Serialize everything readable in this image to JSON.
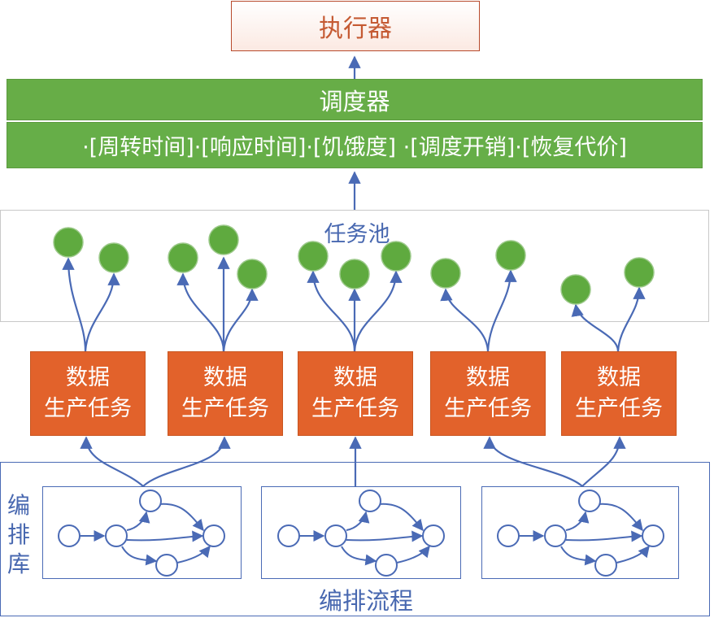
{
  "executor": {
    "label": "执行器"
  },
  "scheduler": {
    "title": "调度器",
    "metrics_text": "·[周转时间]·[响应时间]·[饥饿度] ·[调度开销]·[恢复代价]"
  },
  "task_pool": {
    "label": "任务池"
  },
  "tasks": [
    {
      "line1": "数据",
      "line2": "生产任务"
    },
    {
      "line1": "数据",
      "line2": "生产任务"
    },
    {
      "line1": "数据",
      "line2": "生产任务"
    },
    {
      "line1": "数据",
      "line2": "生产任务"
    },
    {
      "line1": "数据",
      "line2": "生产任务"
    }
  ],
  "orchestration_library": {
    "label": "编排库",
    "flow_label": "编排流程"
  },
  "colors": {
    "executor_border": "#b84a2c",
    "executor_text": "#c55a33",
    "scheduler_fill": "#67ad47",
    "task_fill": "#e2622b",
    "pool_node_fill": "#5faa3f",
    "line_blue": "#4a6ab5",
    "label_blue": "#4868b0"
  }
}
